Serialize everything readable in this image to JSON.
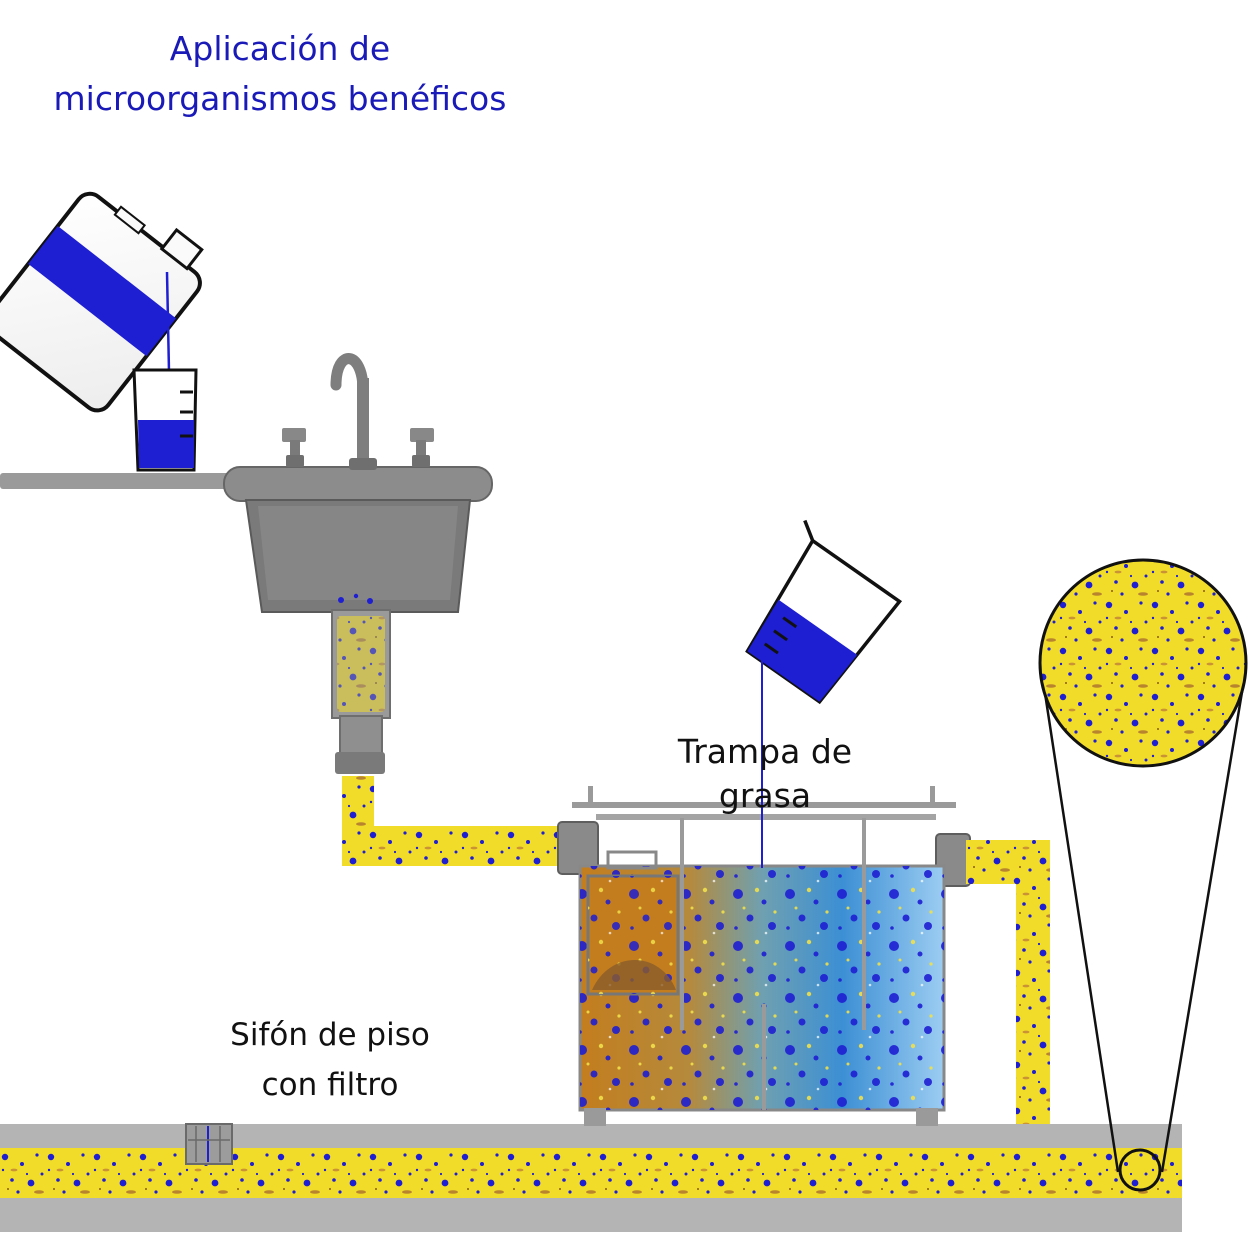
{
  "title": {
    "line1": "Aplicación de",
    "line2": "microorganismos benéficos"
  },
  "labels": {
    "grease_trap": "Trampa de grasa",
    "floor_drain_line1": "Sifón de piso",
    "floor_drain_line2": "con filtro"
  },
  "colors": {
    "title_text": "#1a1ab8",
    "liquid_blue": "#1e1ed2",
    "pipe_yellow": "#f2dc2a",
    "pipe_grey": "#b4b4b4",
    "sink_grey": "#808080",
    "grease_brown": "#c0802a",
    "clear_water": "#8ec6ee"
  }
}
